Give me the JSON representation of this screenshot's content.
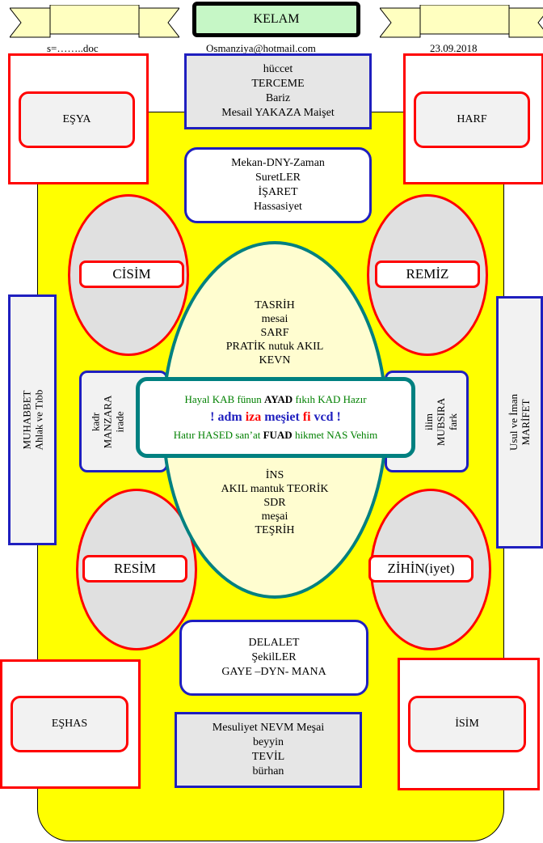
{
  "header": {
    "title": "KELAM",
    "left_meta": "s=……..doc",
    "email": "Osmanziya@hotmail.com",
    "date": "23.09.2018"
  },
  "corners": {
    "top_left": "EŞYA",
    "top_right": "HARF",
    "bottom_left": "EŞHAS",
    "bottom_right": "İSİM"
  },
  "top_box_1": [
    "hüccet",
    "TERCEME",
    "Bariz",
    "Mesail YAKAZA Maişet"
  ],
  "top_box_2": [
    "Mekan-DNY-Zaman",
    "SuretLER",
    "İŞARET",
    "Hassasiyet"
  ],
  "bottom_box_1": [
    "DELALET",
    "ŞekilLER",
    "GAYE –DYN- MANA"
  ],
  "bottom_box_2": [
    "Mesuliyet  NEVM  Meşai",
    "beyyin",
    "TEVİL",
    "bürhan"
  ],
  "ellipses": {
    "top_left": "CİSİM",
    "top_right": "REMİZ",
    "bottom_left": "RESİM",
    "bottom_right": "ZİHİN(iyet)"
  },
  "big_ellipse": {
    "top_lines": [
      "TASRİH",
      "mesai",
      "SARF",
      "PRATİK nutuk AKIL",
      "KEVN"
    ],
    "bottom_lines": [
      "İNS",
      "AKIL mantuk TEORİK",
      "SDR",
      "meşai",
      "TEŞRİH"
    ]
  },
  "left_side": [
    "MUHABBET",
    "Ahlak ve Tıbb"
  ],
  "right_side": [
    "Usul ve İman",
    "MARİFET"
  ],
  "inner_left": [
    "kadr",
    "MANZARA",
    "irade"
  ],
  "inner_right": [
    "ilim",
    "MUBSIRA",
    "fark"
  ],
  "center": {
    "line1": {
      "a": "Hayal KAB fünun ",
      "b": "AYAD",
      "c": "  fıkıh KAD Hazır"
    },
    "line2": {
      "ex1": "! ",
      "w1": "adm",
      "w2": " iza ",
      "w3": "meşiet ",
      "w4": "fi ",
      "w5": "vcd",
      "ex2": " !"
    },
    "line3": {
      "a": "Hatır HASED san’at ",
      "b": "FUAD",
      "c": " hikmet NAS Vehim"
    }
  },
  "colors": {
    "yellow": "#ffff00",
    "red": "#ff0000",
    "blue": "#1f1fbf",
    "teal": "#008080",
    "green": "#008000",
    "title_green": "#c6f7c6"
  },
  "icons": [
    "ribbon-banner-left",
    "ribbon-banner-right"
  ]
}
